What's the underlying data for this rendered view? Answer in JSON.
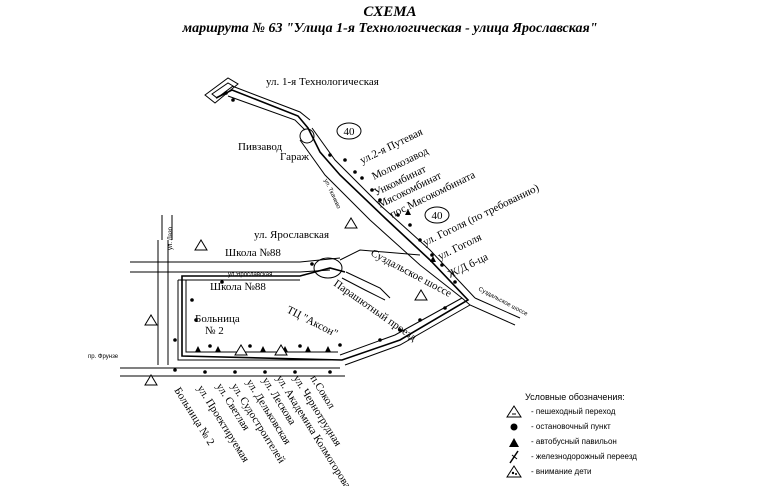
{
  "header": {
    "title": "СХЕМА",
    "subtitle": "маршрута № 63 \"Улица 1-я Технологическая - улица Ярославская\""
  },
  "map": {
    "streets": {
      "tech": "ул. 1-я Технологическая",
      "yaroslavskaya": "ул. Ярославская",
      "yaroslavskaya_small": "ул.Ярославская",
      "frunze": "пр. Фрунзе",
      "suzdal_shosse": "Суздальское шоссе",
      "suzdal_small": "Суздальское шоссе",
      "parashut": "Парашютный проезд",
      "tkachevo": "ул. Ткачево",
      "lazo": "ул. Лазо"
    },
    "places": {
      "pivzavod": "Пивзавод",
      "garazh": "Гараж",
      "school_top": "Школа №88",
      "school_inner": "Школа №88",
      "hospital_line1": "Больница",
      "hospital_line2": "№ 2",
      "aks": "ТЦ \"Аксон\""
    },
    "route_badges": [
      "40",
      "40"
    ],
    "stops_right": [
      "ул.2-я Путевая",
      "Молокозавод",
      "Ункомбинат",
      "Мясокомбинат",
      "пос.Мясокомбината",
      "ул. Гоголя (по требованию)",
      "ул. Гоголя",
      "Ж/Д б-ца"
    ],
    "stops_bottom": [
      "Больница № 2",
      "ул. Проектируемая",
      "ул. Светлая",
      "ул. Судостроителей",
      "ул. Дельковская",
      "ул. Лескова",
      "ул. Академика Колмогорова",
      "ул. Чернотрудная",
      "п.Сокол"
    ]
  },
  "legend": {
    "title": "Условные обозначения:",
    "items": [
      {
        "icon": "pedestrian-crossing-icon",
        "label": "- пешеходный переход"
      },
      {
        "icon": "bus-stop-dot-icon",
        "label": "- остановочный пункт"
      },
      {
        "icon": "bus-pavilion-icon",
        "label": "- автобусный павильон"
      },
      {
        "icon": "railway-crossing-icon",
        "label": "- железнодорожный переезд"
      },
      {
        "icon": "children-warning-icon",
        "label": "- внимание дети"
      }
    ]
  }
}
